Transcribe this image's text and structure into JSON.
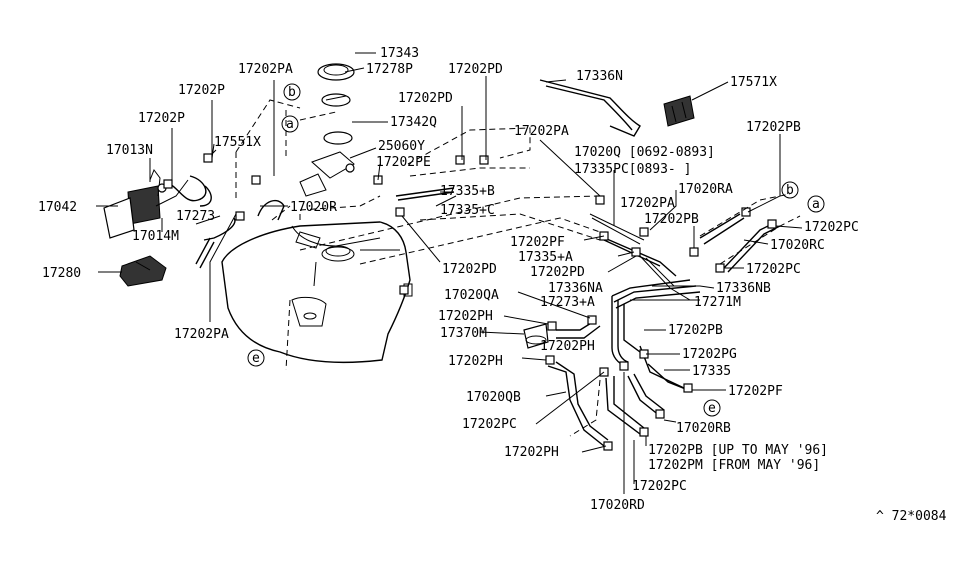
{
  "labels": {
    "p17343": "17343",
    "p17278P": "17278P",
    "p17342Q": "17342Q",
    "p25060Y": "25060Y",
    "p17202PE": "17202PE",
    "p17202PA_top": "17202PA",
    "p17202P_1": "17202P",
    "p17202P_2": "17202P",
    "p17551X": "17551X",
    "p17013N": "17013N",
    "p17042": "17042",
    "p17014M": "17014M",
    "p17273": "17273",
    "p17020R": "17020R",
    "p17280": "17280",
    "p17202PA_left": "17202PA",
    "p17202PD_top": "17202PD",
    "p17202PD_2": "17202PD",
    "p17336N": "17336N",
    "p17571X": "17571X",
    "p17202PA_mid": "17202PA",
    "p17020Q": "17020Q [0692-0893]",
    "p17335PC": "17335PC[0893-     ]",
    "p17335B": "17335+B",
    "p17335C": "17335+C",
    "p17202PD_3": "17202PD",
    "p17202PB_top": "17202PB",
    "p17020RA": "17020RA",
    "p17202PA_r": "17202PA",
    "p17202PB_2": "17202PB",
    "p17202PC_r": "17202PC",
    "p17020RC": "17020RC",
    "p17202PC_r2": "17202PC",
    "p17202PF_1": "17202PF",
    "p17335A": "17335+A",
    "p17202PD_4": "17202PD",
    "p17020QA": "17020QA",
    "p17336NA": "17336NA",
    "p17336NB": "17336NB",
    "p17273A": "17273+A",
    "p17271M": "17271M",
    "p17202PH_1": "17202PH",
    "p17370M": "17370M",
    "p17202PH_2": "17202PH",
    "p17202PB_3": "17202PB",
    "p17202PH_3": "17202PH",
    "p17202PG": "17202PG",
    "p17335": "17335",
    "p17202PF_2": "17202PF",
    "p17020QB": "17020QB",
    "p17020RB": "17020RB",
    "p17202PC_b": "17202PC",
    "p17202PB_up": "17202PB [UP TO MAY '96]",
    "p17202PM": "17202PM [FROM MAY '96]",
    "p17202PH_4": "17202PH",
    "p17202PC_b2": "17202PC",
    "p17020RD": "17020RD",
    "callout_a1": "a",
    "callout_b1": "b",
    "callout_a2": "a",
    "callout_b2": "b",
    "callout_e1": "e",
    "callout_e2": "e",
    "code": "^ 72*0084"
  }
}
